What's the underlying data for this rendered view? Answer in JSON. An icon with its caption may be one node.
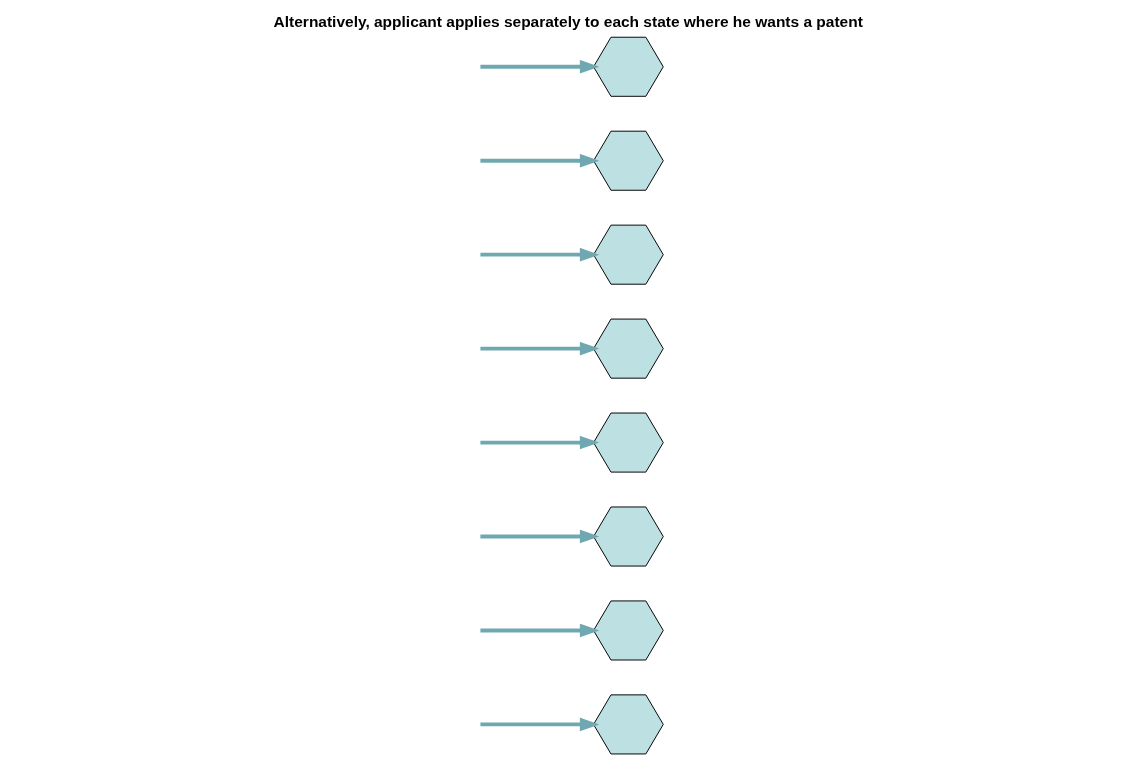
{
  "diagram": {
    "title": "Alternatively, applicant applies separately to each state where he wants a patent",
    "nodes": [
      {
        "text": [],
        "shape": "hexagon"
      },
      {
        "text": [],
        "shape": "hexagon"
      },
      {
        "text": [],
        "shape": "hexagon"
      },
      {
        "text": [],
        "shape": "hexagon"
      },
      {
        "text": [],
        "shape": "hexagon"
      },
      {
        "text": [],
        "shape": "hexagon"
      },
      {
        "text": [],
        "shape": "hexagon"
      },
      {
        "text": [],
        "shape": "hexagon"
      }
    ],
    "edges": [
      {
        "from": null,
        "to": 0,
        "arrow": "to"
      },
      {
        "from": null,
        "to": 1,
        "arrow": "to"
      },
      {
        "from": null,
        "to": 2,
        "arrow": "to"
      },
      {
        "from": null,
        "to": 3,
        "arrow": "to"
      },
      {
        "from": null,
        "to": 4,
        "arrow": "to"
      },
      {
        "from": null,
        "to": 5,
        "arrow": "to"
      },
      {
        "from": null,
        "to": 6,
        "arrow": "to"
      },
      {
        "from": null,
        "to": 7,
        "arrow": "to"
      }
    ]
  }
}
